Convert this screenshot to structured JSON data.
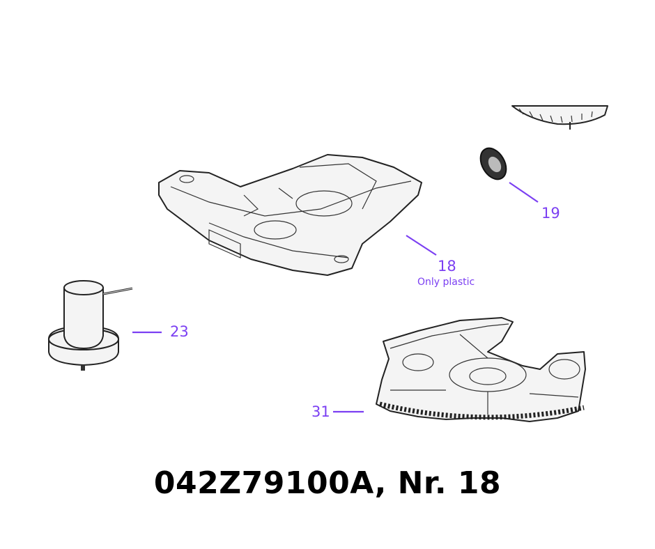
{
  "callouts": {
    "part18": {
      "number": "18",
      "note": "Only plastic"
    },
    "part19": {
      "number": "19"
    },
    "part23": {
      "number": "23"
    },
    "part31": {
      "number": "31"
    }
  },
  "caption": "042Z79100A, Nr. 18",
  "colors": {
    "callout": "#7b3ff2",
    "caption": "#000000"
  }
}
